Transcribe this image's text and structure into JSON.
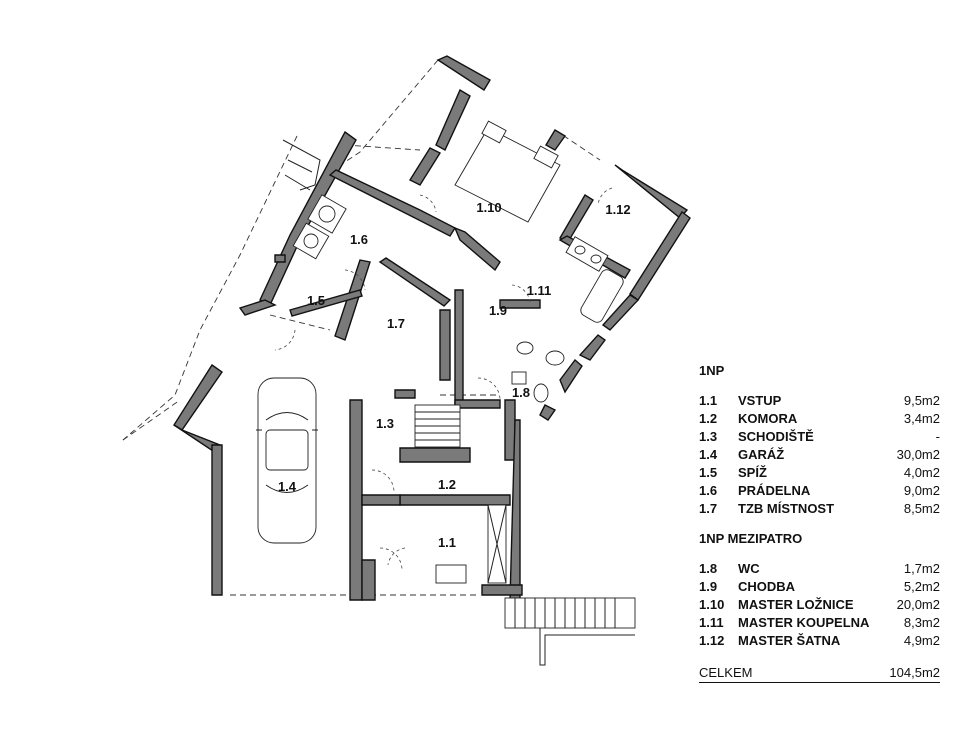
{
  "rooms": {
    "r1_1": "1.1",
    "r1_2": "1.2",
    "r1_3": "1.3",
    "r1_4": "1.4",
    "r1_5": "1.5",
    "r1_6": "1.6",
    "r1_7": "1.7",
    "r1_8": "1.8",
    "r1_9": "1.9",
    "r1_10": "1.10",
    "r1_11": "1.11",
    "r1_12": "1.12"
  },
  "legend": {
    "floor1_title": "1NP",
    "floor1_items": [
      {
        "num": "1.1",
        "name": "VSTUP",
        "area": "9,5m2"
      },
      {
        "num": "1.2",
        "name": "KOMORA",
        "area": "3,4m2"
      },
      {
        "num": "1.3",
        "name": "SCHODIŠTĚ",
        "area": "-"
      },
      {
        "num": "1.4",
        "name": "GARÁŽ",
        "area": "30,0m2"
      },
      {
        "num": "1.5",
        "name": "SPÍŽ",
        "area": "4,0m2"
      },
      {
        "num": "1.6",
        "name": "PRÁDELNA",
        "area": "9,0m2"
      },
      {
        "num": "1.7",
        "name": "TZB MÍSTNOST",
        "area": "8,5m2"
      }
    ],
    "floor2_title": "1NP MEZIPATRO",
    "floor2_items": [
      {
        "num": "1.8",
        "name": "WC",
        "area": "1,7m2"
      },
      {
        "num": "1.9",
        "name": "CHODBA",
        "area": "5,2m2"
      },
      {
        "num": "1.10",
        "name": "MASTER LOŽNICE",
        "area": "20,0m2"
      },
      {
        "num": "1.11",
        "name": "MASTER KOUPELNA",
        "area": "8,3m2"
      },
      {
        "num": "1.12",
        "name": "MASTER ŠATNA",
        "area": "4,9m2"
      }
    ],
    "total_label": "CELKEM",
    "total_area": "104,5m2"
  }
}
